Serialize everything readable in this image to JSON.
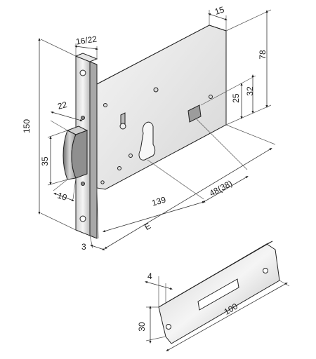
{
  "lock_dimensions": {
    "width_15": "15",
    "faceplate_16_22": "16/22",
    "height_78": "78",
    "height_32": "32",
    "height_25": "25",
    "latch_22": "22",
    "total_150": "150",
    "latch_35": "35",
    "latch_10": "10",
    "length_139": "139",
    "backset_48_38": "48(38)",
    "label_E": "E",
    "offset_3": "3"
  },
  "strike_plate_dimensions": {
    "thickness_4": "4",
    "length_100": "100",
    "height_30": "30"
  },
  "colors": {
    "metal_light": "#e8e8e8",
    "metal_mid": "#c4c4c4",
    "metal_dark": "#8a8a8a",
    "line": "#222222"
  }
}
